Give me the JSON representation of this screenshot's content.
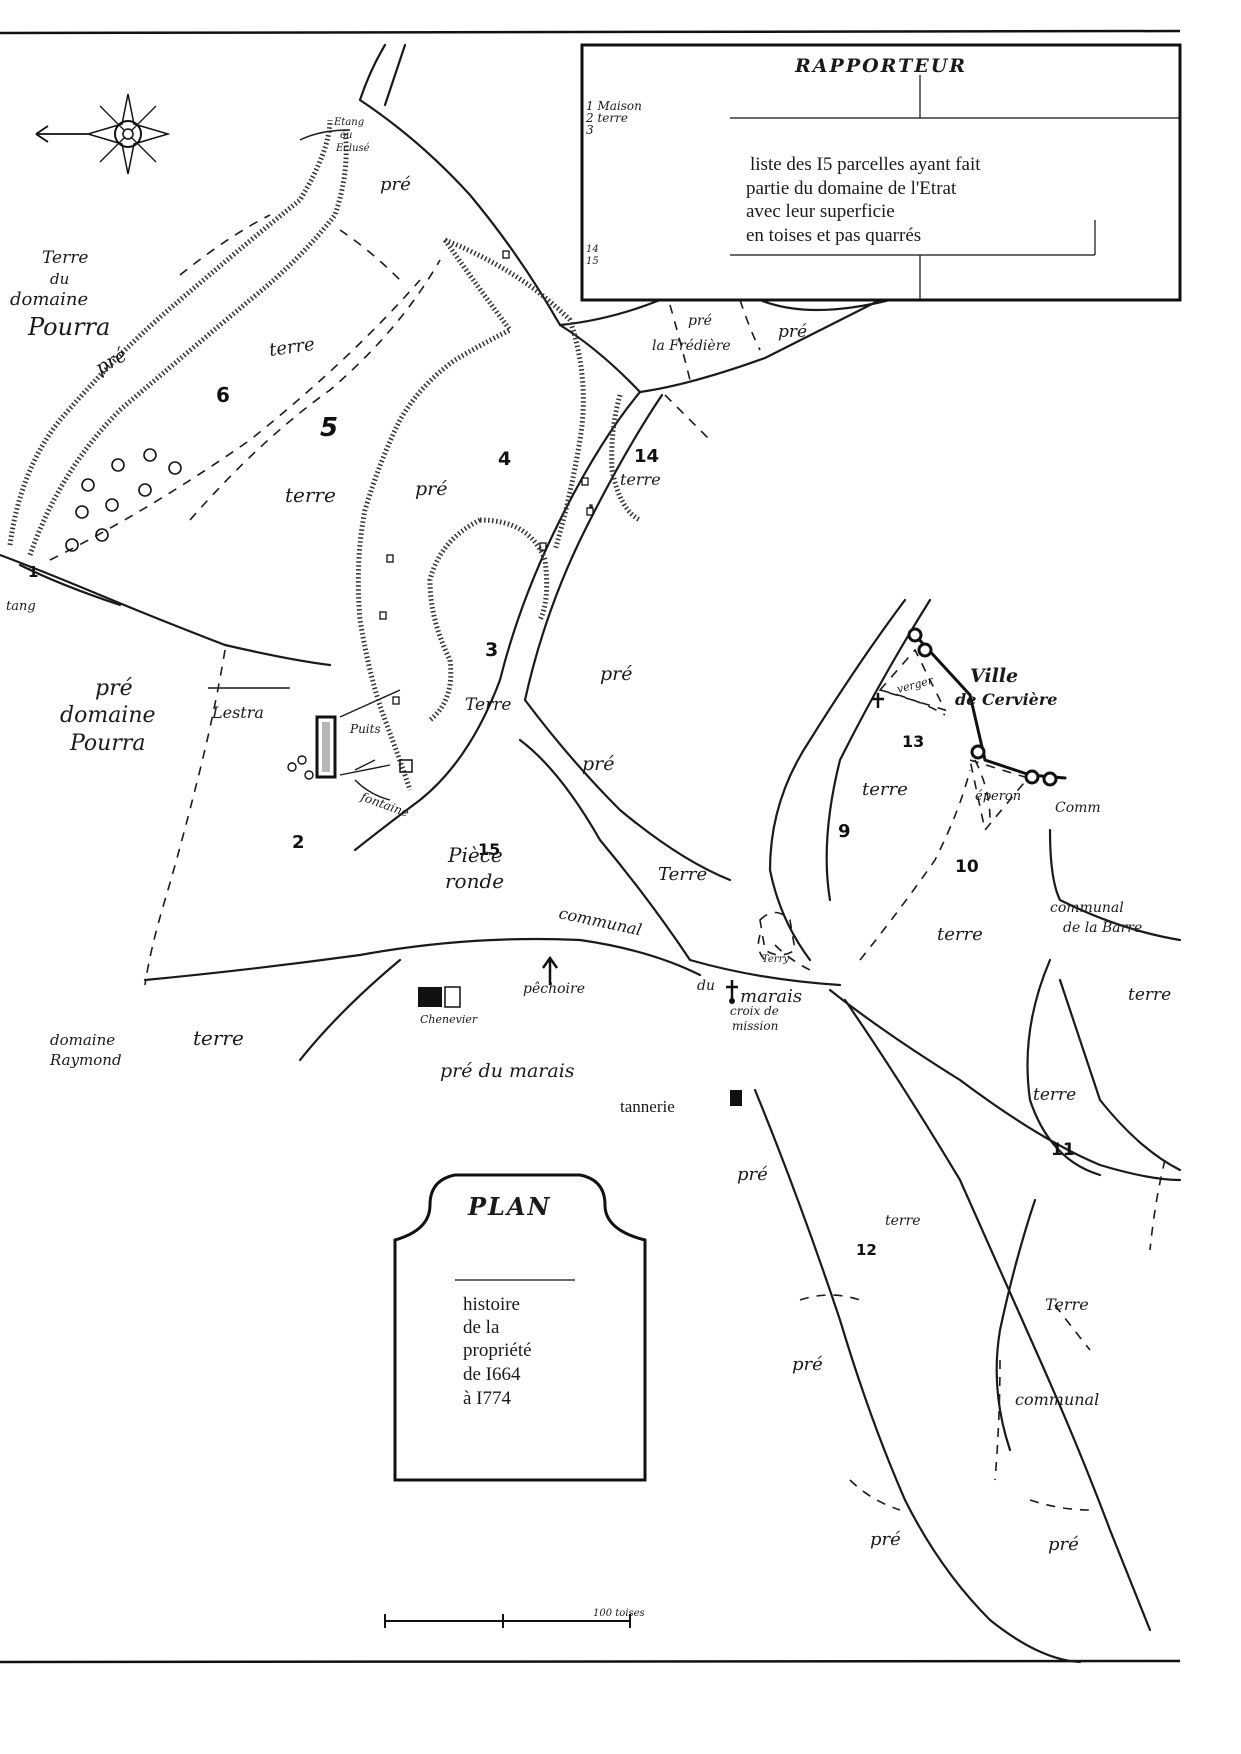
{
  "rapporteur": {
    "title": "RAPPORTEUR",
    "side_notes": [
      "1 Maison",
      "2 terre",
      "3"
    ],
    "side_notes_bottom": [
      "14",
      "15"
    ],
    "description_lines": [
      "liste des I5 parcelles ayant fait",
      "partie du domaine de l'Etrat",
      "avec leur superficie",
      "en toises et pas quarrés"
    ]
  },
  "cartouche": {
    "title": "PLAN",
    "lines": [
      "histoire",
      "de la",
      "propriété",
      "de I664",
      "à I774"
    ]
  },
  "parcels": [
    {
      "id": "parcel-1",
      "label": "1"
    },
    {
      "id": "parcel-2",
      "label": "2"
    },
    {
      "id": "parcel-3",
      "label": "3"
    },
    {
      "id": "parcel-4",
      "label": "4"
    },
    {
      "id": "parcel-5",
      "label": "5"
    },
    {
      "id": "parcel-6",
      "label": "6"
    },
    {
      "id": "parcel-9",
      "label": "9"
    },
    {
      "id": "parcel-10",
      "label": "10"
    },
    {
      "id": "parcel-11",
      "label": "11"
    },
    {
      "id": "parcel-12",
      "label": "12"
    },
    {
      "id": "parcel-13",
      "label": "13"
    },
    {
      "id": "parcel-14",
      "label": "14"
    },
    {
      "id": "parcel-15",
      "label": "15"
    }
  ],
  "labels": {
    "terre_domaine": [
      "Terre",
      "du",
      "domaine",
      "Pourra"
    ],
    "pre_domaine": [
      "pré",
      "domaine",
      "Pourra"
    ],
    "etang_top": [
      "Etang",
      "ou",
      "Eclusé"
    ],
    "etang_left": "tang",
    "pre": "pré",
    "terre": "terre",
    "terre_cap": "Terre",
    "la_frediere": "la Frédière",
    "lestra": "Lestra",
    "puits": "Puits",
    "fontaine": "fontaine",
    "piece_ronde": [
      "Pièce",
      "ronde"
    ],
    "communal": "communal",
    "du": "du",
    "marais": "marais",
    "croix_mission": [
      "croix de",
      "mission"
    ],
    "pechoire": "pêchoire",
    "chenevier": "Chenevier",
    "pre_du_marais": "pré du marais",
    "domaine_raymond": [
      "domaine",
      "Raymond"
    ],
    "tannerie": "tannerie",
    "ville": [
      "Ville",
      "de Cervière"
    ],
    "verger": "verger",
    "eperon": "éperon",
    "comm": "Comm",
    "communal_barre": [
      "communal",
      "de la Barre"
    ],
    "terry": "Terry",
    "scale": "100 toises"
  }
}
